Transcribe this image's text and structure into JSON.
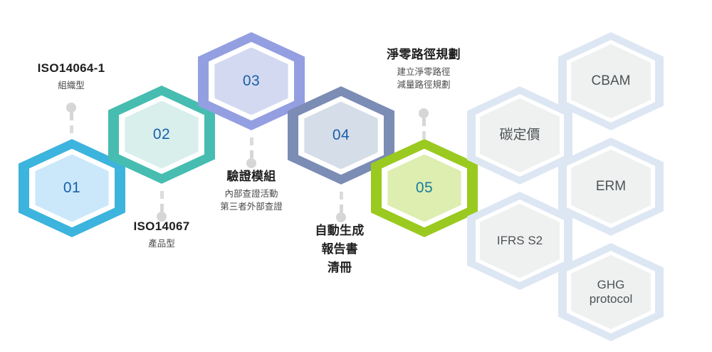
{
  "theme": {
    "background": "#ffffff",
    "pin_color": "#d6d6d6",
    "label_title_color": "#1f1f1f",
    "label_sub_color": "#4a4a4a",
    "side_hex_ring": "#dde7f3",
    "side_hex_fill": "#eff0f0",
    "side_hex_text": "#4d5356"
  },
  "steps": [
    {
      "number": "01",
      "ring_color": "#3cb4dd",
      "fill_color": "#cbe8fb",
      "number_color": "#1a5fa8",
      "label_title": "ISO14064-1",
      "label_sub": [
        "組織型"
      ],
      "label_position": "above"
    },
    {
      "number": "02",
      "ring_color": "#46bdb0",
      "fill_color": "#d8efec",
      "number_color": "#1a5fa8",
      "label_title": "ISO14067",
      "label_sub": [
        "產品型"
      ],
      "label_position": "below"
    },
    {
      "number": "03",
      "ring_color": "#939fe1",
      "fill_color": "#d3d9f0",
      "number_color": "#1a5fa8",
      "label_title": "驗證模組",
      "label_sub": [
        "內部查證活動",
        "第三者外部查證"
      ],
      "label_position": "below"
    },
    {
      "number": "04",
      "ring_color": "#7b8cb5",
      "fill_color": "#d5dde8",
      "number_color": "#1a5fa8",
      "label_title": "自動生成",
      "label_sub": [
        "報告書",
        "清冊"
      ],
      "label_position": "below"
    },
    {
      "number": "05",
      "ring_color": "#9aca20",
      "fill_color": "#ddeeb0",
      "number_color": "#1a7a9e",
      "label_title": "淨零路徑規劃",
      "label_sub": [
        "建立淨零路徑",
        "減量路徑規劃"
      ],
      "label_position": "above"
    }
  ],
  "frameworks": [
    {
      "name": "CBAM",
      "lines": [
        "CBAM"
      ]
    },
    {
      "name": "carbon-price",
      "lines": [
        "碳定價"
      ]
    },
    {
      "name": "ERM",
      "lines": [
        "ERM"
      ]
    },
    {
      "name": "IFRS-S2",
      "lines": [
        "IFRS S2"
      ]
    },
    {
      "name": "GHG-protocol",
      "lines": [
        "GHG",
        "protocol"
      ]
    }
  ]
}
